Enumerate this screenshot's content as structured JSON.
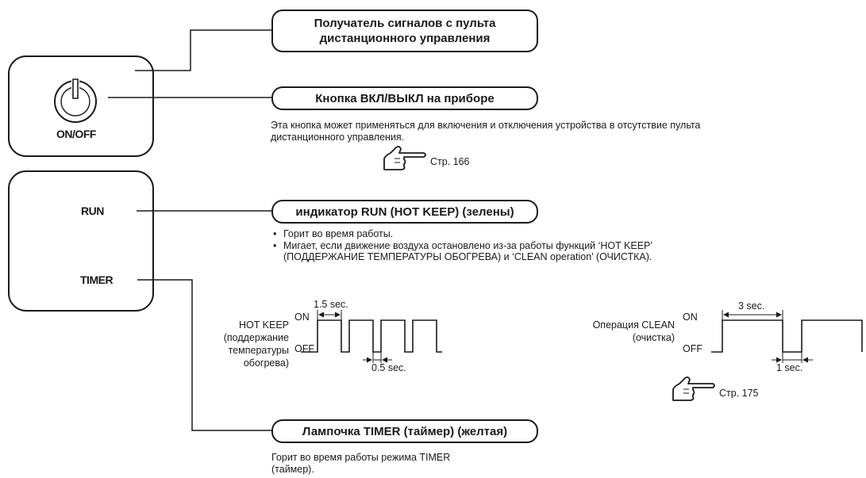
{
  "panel": {
    "power_label": "ON/OFF",
    "run_label": "RUN",
    "timer_label": "TIMER"
  },
  "callouts": {
    "receiver": "Получатель сигналов с пульта дистанционного управления",
    "power_button": "Кнопка ВКЛ/ВЫКЛ на приборе",
    "run_indicator": "индикатор RUN (HOT KEEP) (зелены)",
    "timer_lamp": "Лампочка TIMER (таймер) (желтая)"
  },
  "descriptions": {
    "power_button": "Эта кнопка может применяться для включения и отключения устройства в отсутствие пульта дистанционного управления.",
    "run_bullet_1": "Горит во время работы.",
    "run_bullet_2": "Мигает, если движение воздуха остановлено из-за работы функций ‘HOT KEEP’ (ПОДДЕРЖАНИЕ ТЕМПЕРАТУРЫ ОБОГРЕВА) и ‘CLEAN operation’ (ОЧИСТКА).",
    "timer_lamp": "Горит во время работы режима TIMER (таймер)."
  },
  "references": {
    "ref1": "Стр. 166",
    "ref2": "Стр. 175"
  },
  "timing": {
    "hotkeep": {
      "title": "HOT KEEP (поддержание температуры обогрева)",
      "title_lines": [
        "HOT KEEP",
        "(поддержание",
        "температуры",
        "обогрева)"
      ],
      "on_label": "ON",
      "off_label": "OFF",
      "on_duration": "1.5 sec.",
      "off_duration": "0.5 sec.",
      "pulse_count": 4
    },
    "clean": {
      "title": "Операция CLEAN (очистка)",
      "title_lines": [
        "Операция CLEAN",
        "(очистка)"
      ],
      "on_label": "ON",
      "off_label": "OFF",
      "on_duration": "3 sec.",
      "off_duration": "1 sec.",
      "pulse_count": 2
    }
  },
  "colors": {
    "line": "#1a1a1a",
    "background": "#ffffff"
  }
}
